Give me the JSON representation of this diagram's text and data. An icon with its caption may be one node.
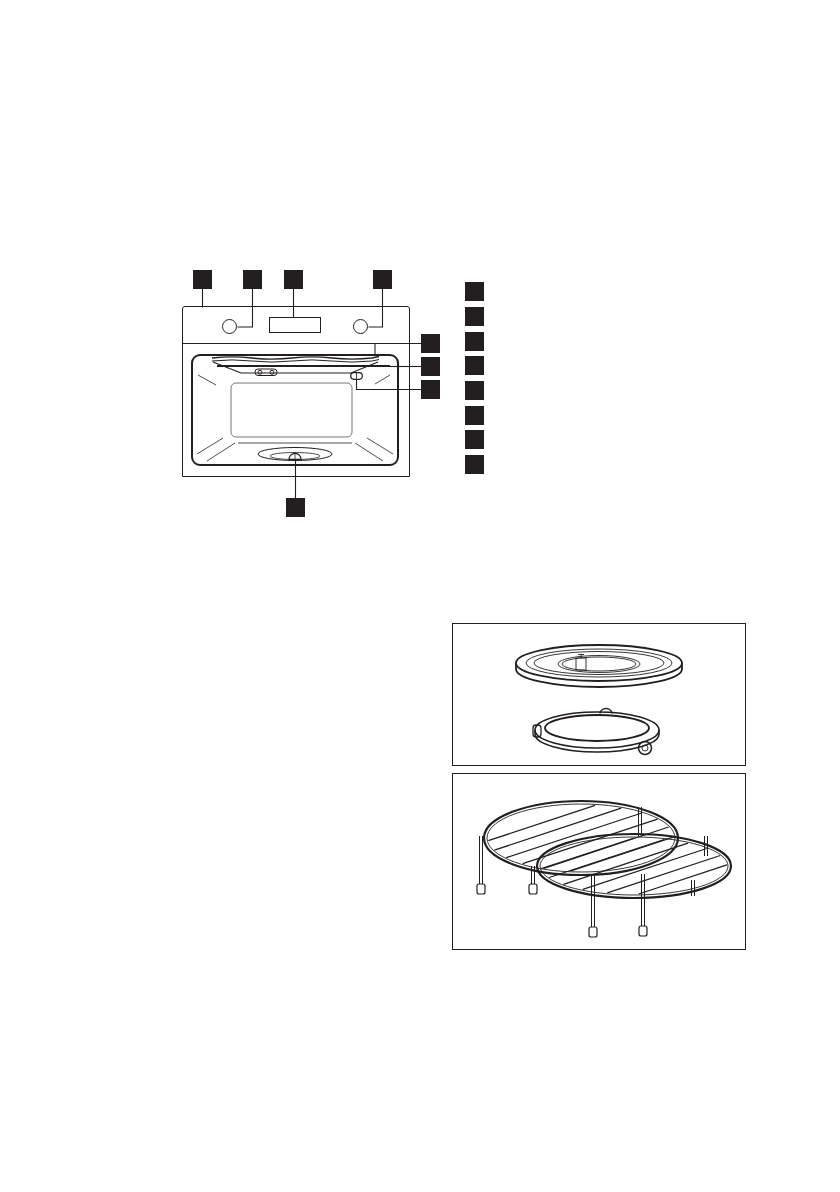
{
  "diagram": {
    "nodes": [
      {
        "text": [],
        "shape": "box"
      },
      {
        "text": [],
        "shape": "box"
      },
      {
        "text": [],
        "shape": "box"
      },
      {
        "text": [],
        "shape": "box"
      },
      {
        "text": [],
        "shape": "box"
      },
      {
        "text": [],
        "shape": "box"
      },
      {
        "text": [],
        "shape": "box"
      },
      {
        "text": [],
        "shape": "box"
      },
      {
        "text": [],
        "shape": "box"
      },
      {
        "text": [],
        "shape": "box",
        "in": 8
      },
      {
        "text": [],
        "shape": "circle",
        "in": 9
      },
      {
        "text": [],
        "shape": "box",
        "in": 9
      },
      {
        "text": [],
        "shape": "circle",
        "in": 9
      },
      {
        "text": [],
        "shape": "picture",
        "in": 8
      },
      {
        "text": [],
        "shape": "bar",
        "in": 8
      },
      {
        "text": [],
        "shape": "picture",
        "in": 8
      },
      {
        "text": [],
        "shape": "picture",
        "in": 8
      },
      {
        "text": [],
        "shape": "box"
      },
      {
        "text": [],
        "shape": "box"
      },
      {
        "text": [],
        "shape": "box"
      },
      {
        "text": [],
        "shape": "box"
      },
      {
        "text": [],
        "shape": "box"
      },
      {
        "text": [],
        "shape": "box"
      },
      {
        "text": [],
        "shape": "box"
      },
      {
        "text": [],
        "shape": "box"
      },
      {
        "text": [],
        "shape": "picture"
      },
      {
        "text": [],
        "shape": "picture"
      }
    ],
    "edges": [
      {
        "from": 0,
        "to": 9,
        "arrow": "none"
      },
      {
        "from": 1,
        "to": 10,
        "arrow": "none"
      },
      {
        "from": 2,
        "to": 11,
        "arrow": "none"
      },
      {
        "from": 3,
        "to": 12,
        "arrow": "none"
      },
      {
        "from": 4,
        "to": 13,
        "arrow": "none"
      },
      {
        "from": 5,
        "to": 14,
        "arrow": "none"
      },
      {
        "from": 6,
        "to": 15,
        "arrow": "none"
      },
      {
        "from": 7,
        "to": 16,
        "arrow": "none"
      }
    ]
  }
}
